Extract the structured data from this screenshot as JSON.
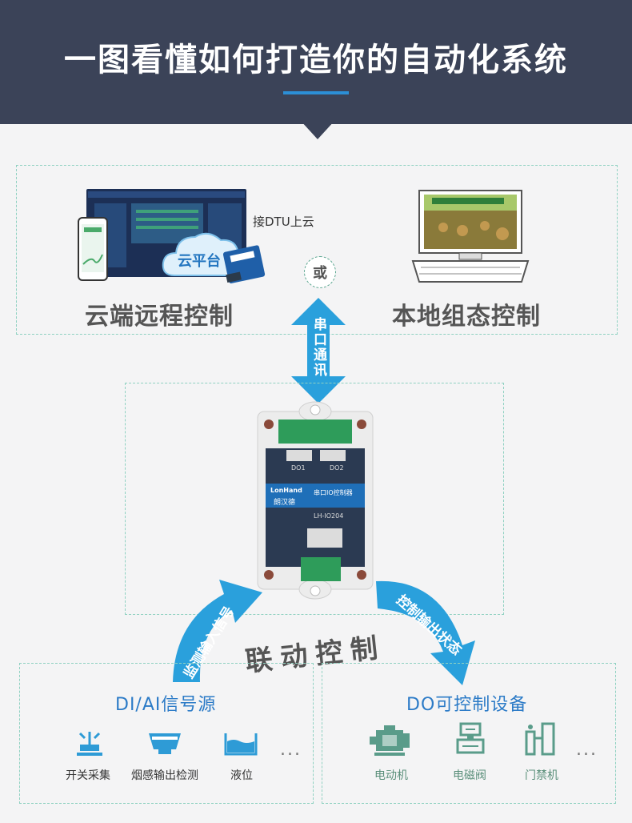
{
  "header": {
    "title": "一图看懂如何打造你的自动化系统"
  },
  "cloud": {
    "platform_label": "云平台",
    "dtu_label": "接DTU上云",
    "caption": "云端远程控制"
  },
  "or_label": "或",
  "local": {
    "caption": "本地组态控制"
  },
  "serial": {
    "label": "串口通讯"
  },
  "device": {
    "brand": "LonHand",
    "brand_cn": "朗汉德",
    "product": "串口IO控制器",
    "model": "LH-IO204",
    "do1": "DO1",
    "do2": "DO2"
  },
  "arcs": {
    "left": "监测输入信号",
    "right": "控制输出状态",
    "center": "联动控制"
  },
  "inputs": {
    "title": "DI/AI信号源",
    "items": [
      {
        "label": "开关采集",
        "icon": "switch-icon"
      },
      {
        "label": "烟感输出检测",
        "icon": "smoke-detector-icon"
      },
      {
        "label": "液位",
        "icon": "liquid-level-icon"
      }
    ],
    "more": "..."
  },
  "outputs": {
    "title": "DO可控制设备",
    "items": [
      {
        "label": "电动机",
        "icon": "motor-icon"
      },
      {
        "label": "电磁阀",
        "icon": "solenoid-valve-icon"
      },
      {
        "label": "门禁机",
        "icon": "access-gate-icon"
      }
    ],
    "more": "..."
  },
  "colors": {
    "header": "#3b4358",
    "accent": "#2c8fd6",
    "dashed": "#8fd1c1",
    "green_icon": "#5a9c8a",
    "blue_icon": "#2e9bd6"
  }
}
